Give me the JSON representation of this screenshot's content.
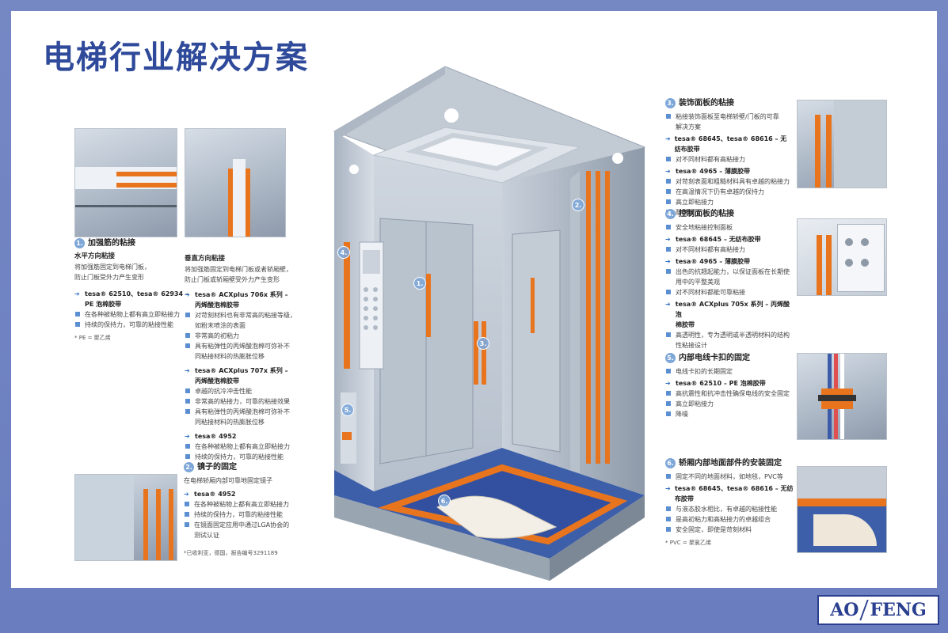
{
  "title": "电梯行业解决方案",
  "logo": {
    "left": "AO",
    "right": "FENG"
  },
  "icons": {
    "bullet": "square-bullet-icon",
    "product": "arrow-right-icon"
  },
  "colors": {
    "accent": "#e8751e",
    "brand": "#2f4a9a",
    "bullet": "#5b8fd1"
  },
  "cabin_labels": [
    "1.",
    "2.",
    "3.",
    "4.",
    "5.",
    "6."
  ],
  "sec1": {
    "num": "1.",
    "title": "加强筋的粘接",
    "horizontal": {
      "title": "水平方向粘接",
      "desc": [
        "将加强筋固定到电梯门板，",
        "防止门板受外力产生变形"
      ],
      "products": [
        "tesa® 62510、tesa® 62934 –",
        "PE 泡棉胶带"
      ],
      "bullets": [
        "在各种被粘物上都有高立即粘接力",
        "持续的保持力，可靠的粘接性能"
      ],
      "note": "* PE = 聚乙烯"
    },
    "vertical": {
      "title": "垂直方向粘接",
      "desc": [
        "将加强筋固定到电梯门板或者轿厢壁，",
        "防止门板或轿厢壁受外力产生变形"
      ],
      "groups": [
        {
          "product": [
            "tesa® ACXplus 706x 系列 –",
            "丙烯酸泡棉胶带"
          ],
          "bullets": [
            "对苛刻材料也有非常高的粘接等级，",
            "如粉末喷涂的表面",
            "非常高的初粘力",
            "具有粘弹性的丙烯酸泡棉可弥补不",
            "同粘接材料的热膨胀位移"
          ]
        },
        {
          "product": [
            "tesa® ACXplus 707x 系列 –",
            "丙烯酸泡棉胶带"
          ],
          "bullets": [
            "卓越的抗冷冲击性能",
            "非常高的粘接力，可靠的粘接效果",
            "具有粘弹性的丙烯酸泡棉可弥补不",
            "同粘接材料的热膨胀位移"
          ]
        },
        {
          "product": [
            "tesa® 4952"
          ],
          "bullets": [
            "在各种被粘物上都有高立即粘接力",
            "持续的保持力，可靠的粘接性能"
          ]
        }
      ]
    }
  },
  "sec2": {
    "num": "2.",
    "title": "镜子的固定",
    "desc": "在电梯轿厢内部可靠地固定镜子",
    "product": "tesa® 4952",
    "bullets": [
      "在各种被粘物上都有高立即粘接力",
      "持续的保持力，可靠的粘接性能",
      "在镜面固定应用中通过LGA协会的",
      "测试认证"
    ],
    "note": "*已收利亚，德国，报告编号3291189"
  },
  "sec3": {
    "num": "3.",
    "title": "装饰面板的粘接",
    "bullets1": [
      "粘接装饰面板至电梯轿壁/门板的可靠",
      "解决方案"
    ],
    "product1": "tesa® 68645、tesa® 68616 – 无纺布胶带",
    "bullets2": [
      "对不同材料都有高粘接力"
    ],
    "product2": "tesa® 4965 – 薄膜胶带",
    "bullets3": [
      "对苛刻表面和粗糙材料具有卓越的粘接力",
      "在高温情况下仍有卓越的保持力",
      "高立即粘接力",
      "耐潮湿"
    ]
  },
  "sec4": {
    "num": "4.",
    "title": "控制面板的粘接",
    "bullets1": [
      "安全地粘接控制面板"
    ],
    "product1": "tesa® 68645 – 无纺布胶带",
    "bullets2": [
      "对不同材料都有高粘接力"
    ],
    "product2": "tesa® 4965 – 薄膜胶带",
    "bullets3": [
      "出色的抗翘起能力，以保证面板在长期使",
      "用中的平整美观",
      "对不同材料都能可靠粘接"
    ],
    "product3": [
      "tesa® ACXplus 705x 系列 – 丙烯酸泡",
      "棉胶带"
    ],
    "bullets4": [
      "高透明性，专为透明或半透明材料的结构",
      "性粘接设计"
    ]
  },
  "sec5": {
    "num": "5.",
    "title": "内部电线卡扣的固定",
    "bullets1": [
      "电线卡扣的长期固定"
    ],
    "product1": "tesa® 62510 – PE 泡棉胶带",
    "bullets2": [
      "高抗震性和抗冲击性确保电线的安全固定",
      "高立即粘接力",
      "降噪"
    ]
  },
  "sec6": {
    "num": "6.",
    "title": "轿厢内部地面部件的安装固定",
    "bullets1": [
      "固定不同的地面材料，如地毯，PVC等"
    ],
    "product1": "tesa® 68645、tesa® 68616 – 无纺布胶带",
    "bullets2": [
      "与液态胶水相比，有卓越的粘接性能",
      "是高初粘力和高粘接力的卓越组合",
      "安全固定，即使是苛刻材料"
    ],
    "note": "* PVC = 聚氯乙烯"
  }
}
